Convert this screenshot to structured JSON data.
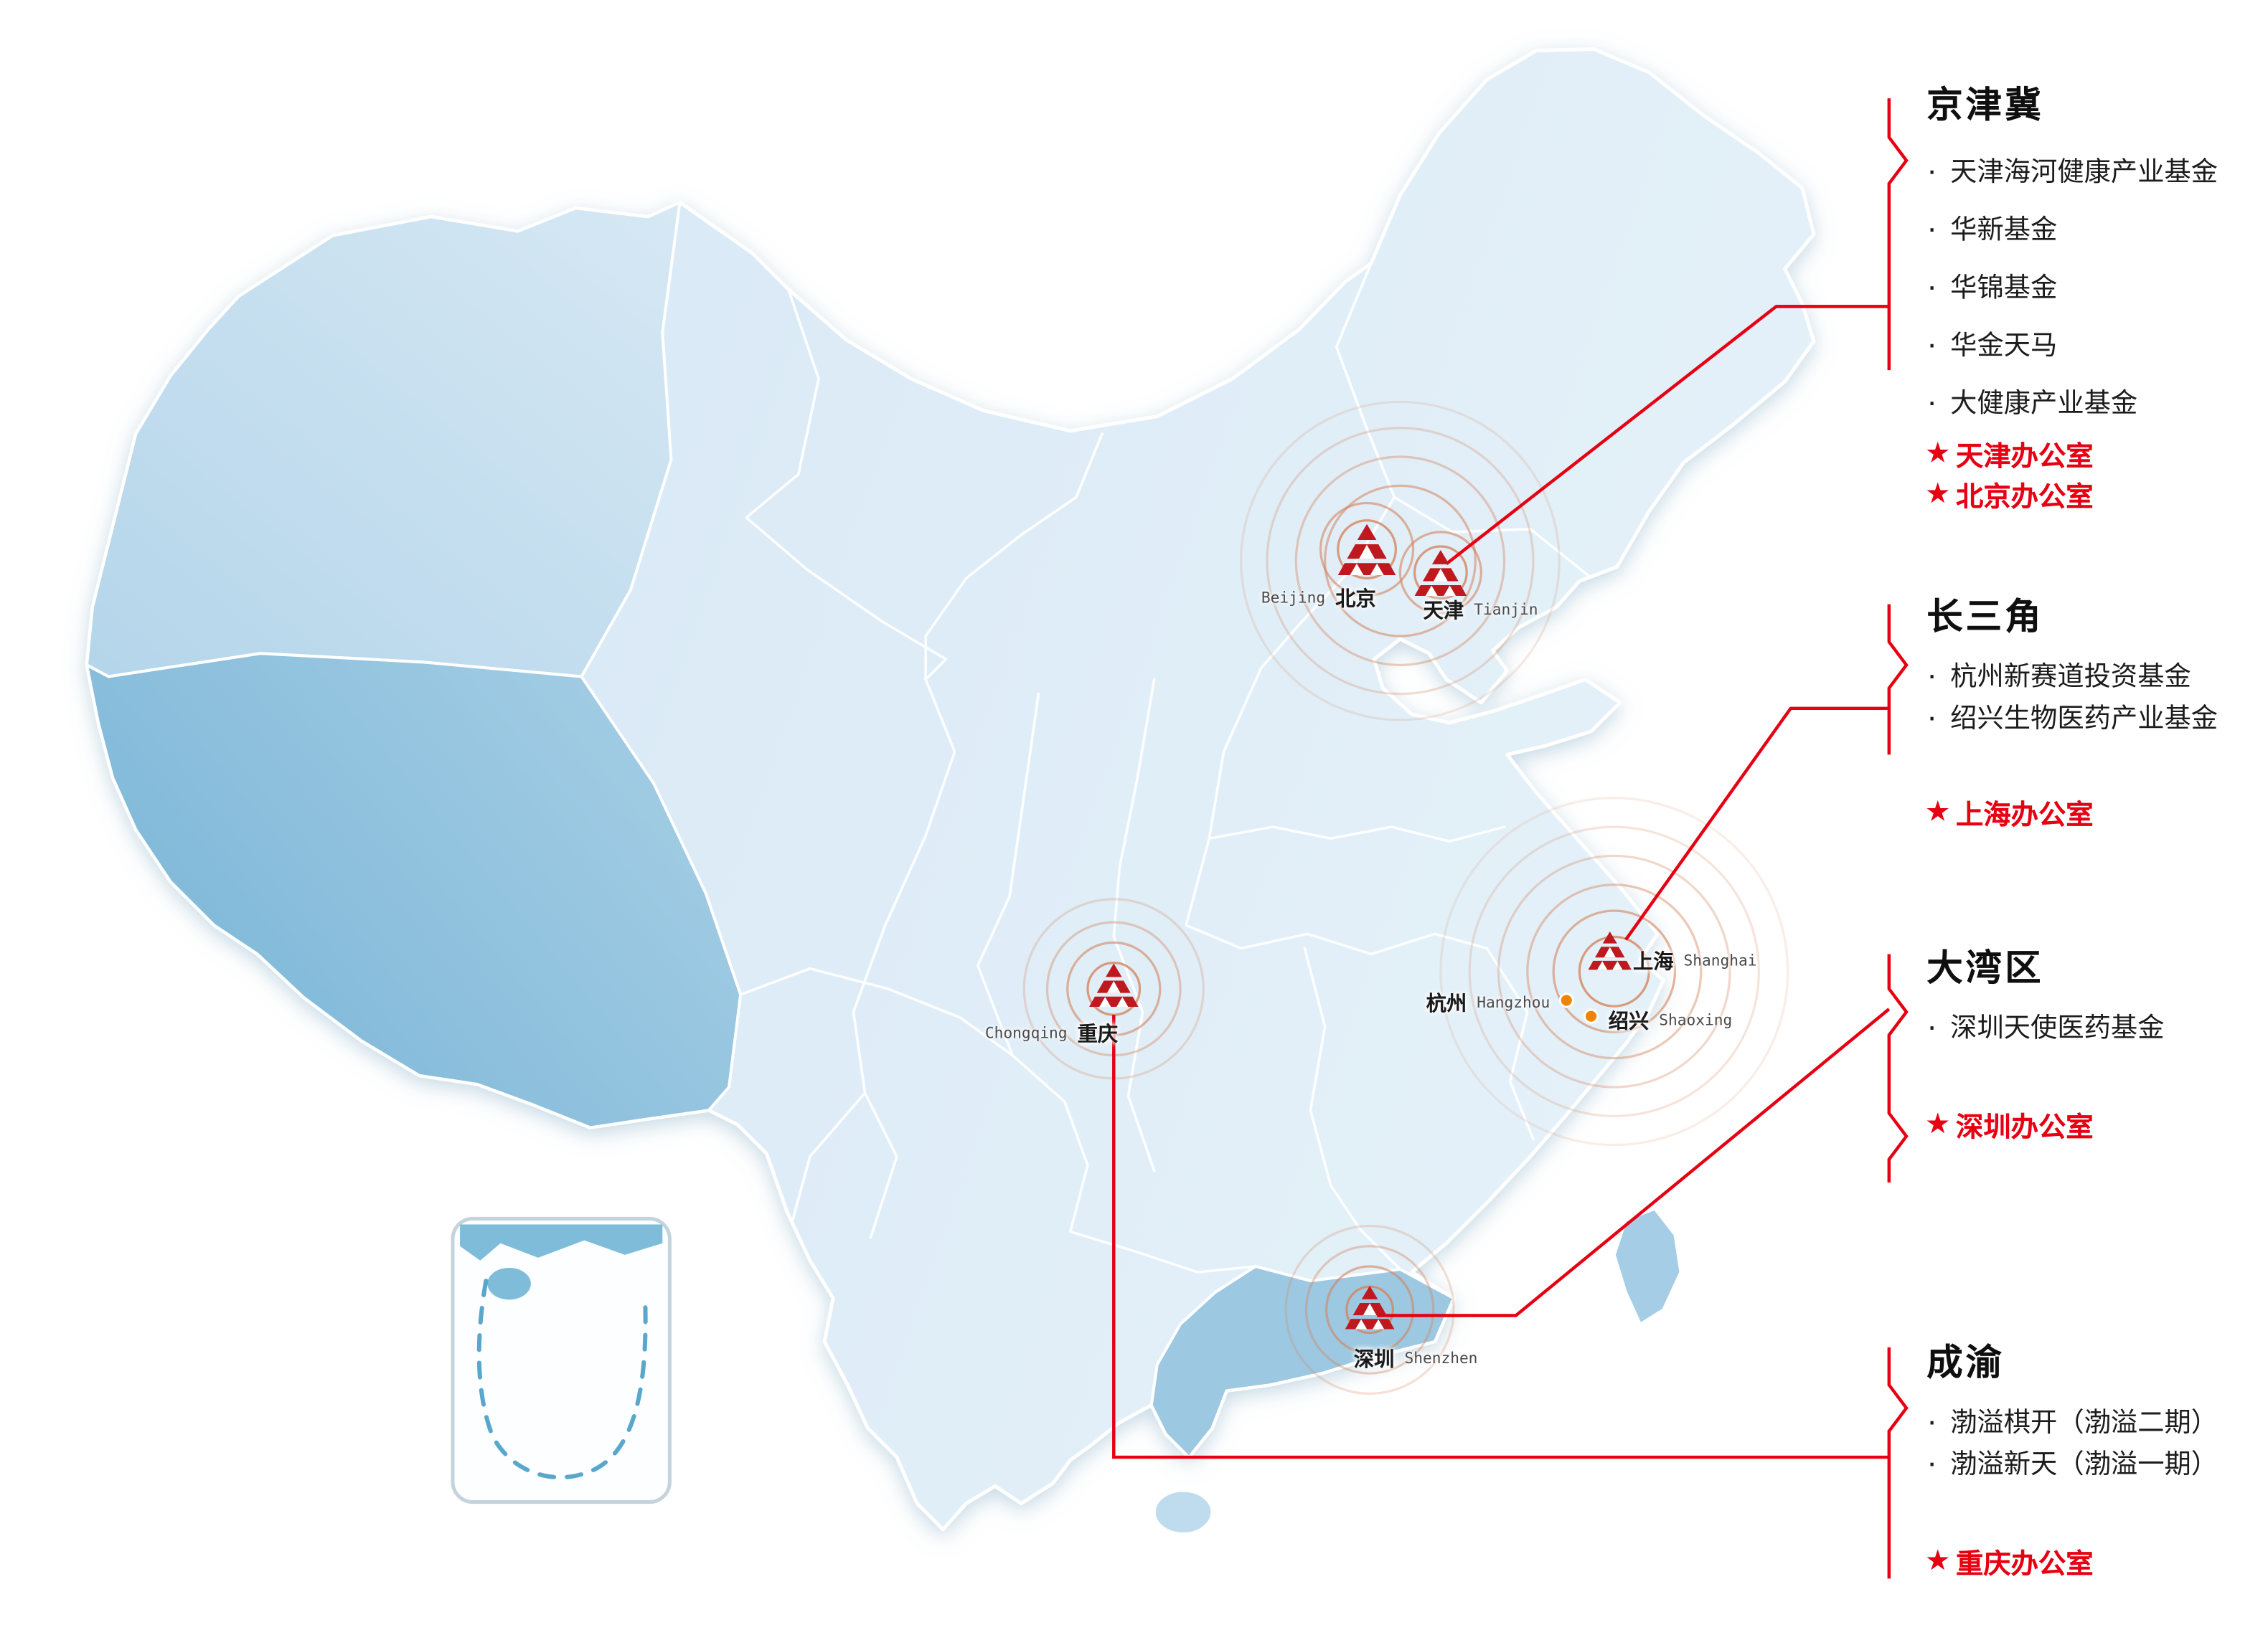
{
  "icons": {
    "star": "★",
    "bullet": "·"
  },
  "colors": {
    "accent_red": "#E60012",
    "marker_red": "#C0181F",
    "ripple_orange": "#D4845C",
    "dot_orange": "#F08300",
    "map_base": "#DFEDF7",
    "map_west": "#BBD9EB",
    "map_tibet": "#82BAD9",
    "map_south": "#9CC8E2"
  },
  "map": {
    "cities": [
      {
        "zh": "北京",
        "en": "Beijing"
      },
      {
        "zh": "天津",
        "en": "Tianjin"
      },
      {
        "zh": "上海",
        "en": "Shanghai"
      },
      {
        "zh": "杭州",
        "en": "Hangzhou"
      },
      {
        "zh": "绍兴",
        "en": "Shaoxing"
      },
      {
        "zh": "重庆",
        "en": "Chongqing"
      },
      {
        "zh": "深圳",
        "en": "Shenzhen"
      }
    ]
  },
  "regions": [
    {
      "title": "京津冀",
      "funds": [
        "天津海河健康产业基金",
        "华新基金",
        "华锦基金",
        "华金天马",
        "大健康产业基金"
      ],
      "offices": [
        "天津办公室",
        "北京办公室"
      ]
    },
    {
      "title": "长三角",
      "funds": [
        "杭州新赛道投资基金",
        "绍兴生物医药产业基金"
      ],
      "offices": [
        "上海办公室"
      ]
    },
    {
      "title": "大湾区",
      "funds": [
        "深圳天使医药基金"
      ],
      "offices": [
        "深圳办公室"
      ]
    },
    {
      "title": "成渝",
      "funds": [
        "渤溢棋开（渤溢二期）",
        "渤溢新天（渤溢一期）"
      ],
      "offices": [
        "重庆办公室"
      ]
    }
  ]
}
